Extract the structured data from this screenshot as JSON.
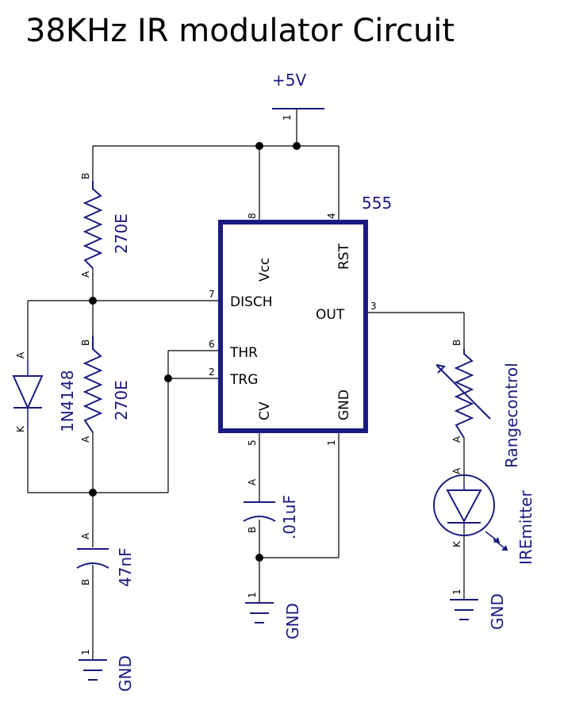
{
  "title": "38KHz IR modulator Circuit",
  "supply": {
    "label": "+5V",
    "pin": "1"
  },
  "ic": {
    "name": "555",
    "pins": {
      "vcc": {
        "label": "Vcc",
        "num": "8"
      },
      "rst": {
        "label": "RST",
        "num": "4"
      },
      "disch": {
        "label": "DISCH",
        "num": "7"
      },
      "out": {
        "label": "OUT",
        "num": "3"
      },
      "thr": {
        "label": "THR",
        "num": "6"
      },
      "trg": {
        "label": "TRG",
        "num": "2"
      },
      "cv": {
        "label": "CV",
        "num": "5"
      },
      "gnd": {
        "label": "GND",
        "num": "1"
      }
    }
  },
  "r1": {
    "value": "270E",
    "pin_b": "B",
    "pin_a": "A"
  },
  "r2": {
    "value": "270E",
    "pin_b": "B",
    "pin_a": "A"
  },
  "diode": {
    "part": "1N4148",
    "pin_a": "A",
    "pin_k": "K"
  },
  "c1": {
    "value": "47nF",
    "pin_a": "A",
    "pin_b": "B"
  },
  "c2": {
    "value": ".01uF",
    "pin_a": "A",
    "pin_b": "B"
  },
  "pot": {
    "label": "Rangecontrol",
    "pin_b": "B",
    "pin_a": "A"
  },
  "led": {
    "label": "IREmitter",
    "pin_a": "A",
    "pin_k": "K"
  },
  "grounds": {
    "g1": {
      "label": "GND",
      "pin": "1"
    },
    "g2": {
      "label": "GND",
      "pin": "1"
    },
    "g3": {
      "label": "GND",
      "pin": "1"
    }
  }
}
